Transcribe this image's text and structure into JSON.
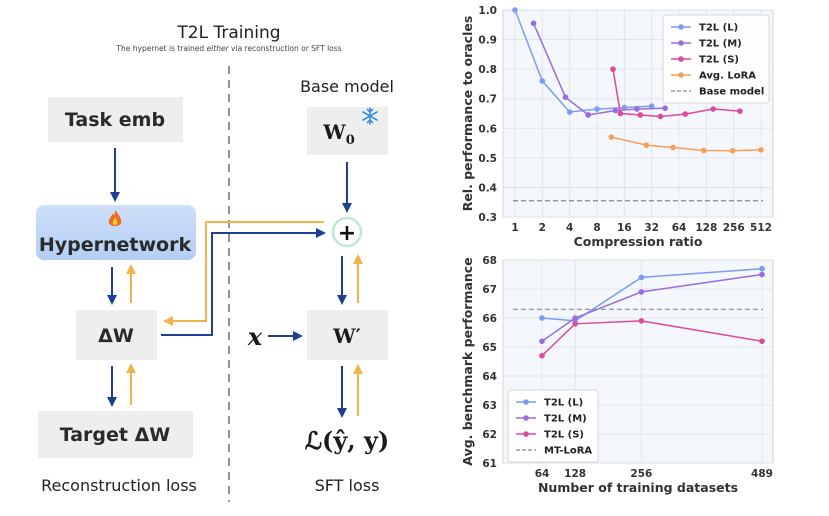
{
  "diagram": {
    "title": "T2L Training",
    "subtitle_parts": [
      "The hypernet is trained ",
      "either",
      " via reconstruction or SFT loss"
    ],
    "task_emb": "Task emb",
    "hypernetwork": "Hypernetwork",
    "hypernetwork_icon": "fire-icon",
    "delta_w": "ΔW",
    "target_delta_w": "Target ΔW",
    "reconstruction_loss": "Reconstruction loss",
    "base_model": "Base model",
    "w0_main": "W",
    "w0_sub": "0",
    "w0_icon": "snowflake-icon",
    "plus": "+",
    "x_input": "x",
    "w_prime": "W′",
    "loss": "ℒ(ŷ, y)",
    "sft_loss": "SFT loss",
    "colors": {
      "forward_arrow": "#1f3f94",
      "backward_arrow": "#f5b24a",
      "box": "#eeeeee",
      "hypernet_box": "#bcd3f5",
      "plus_ring": "#bfe8d6"
    }
  },
  "chart_data": [
    {
      "type": "line",
      "xlabel": "Compression ratio",
      "ylabel": "Rel. performance to oracles",
      "x_ticks": [
        1,
        2,
        4,
        8,
        16,
        32,
        64,
        128,
        256,
        512
      ],
      "x_scale": "log2",
      "ylim": [
        0.3,
        1.0
      ],
      "y_ticks": [
        "0.3",
        "0.4",
        "0.5",
        "0.6",
        "0.7",
        "0.8",
        "0.9",
        "1.0"
      ],
      "grid": true,
      "legend_position": "top-right",
      "series": [
        {
          "name": "T2L (L)",
          "color": "#7b9cf0",
          "x": [
            1,
            2,
            4,
            8,
            16,
            32
          ],
          "y": [
            1.0,
            0.76,
            0.655,
            0.665,
            0.67,
            0.675
          ]
        },
        {
          "name": "T2L (M)",
          "color": "#9a6ce0",
          "x": [
            1.6,
            3.6,
            6.4,
            12.8,
            22,
            45
          ],
          "y": [
            0.955,
            0.705,
            0.645,
            0.66,
            0.665,
            0.668
          ]
        },
        {
          "name": "T2L (S)",
          "color": "#e0489a",
          "x": [
            12,
            14.5,
            24,
            40,
            75,
            152,
            300
          ],
          "y": [
            0.8,
            0.65,
            0.645,
            0.64,
            0.648,
            0.665,
            0.658
          ]
        },
        {
          "name": "Avg. LoRA",
          "color": "#f5a05a",
          "x": [
            11.5,
            28,
            55,
            120,
            250,
            512
          ],
          "y": [
            0.57,
            0.543,
            0.535,
            0.525,
            0.524,
            0.527
          ]
        },
        {
          "name": "Base model",
          "color": "#888888",
          "dashed": true,
          "y_const": 0.355
        }
      ]
    },
    {
      "type": "line",
      "xlabel": "Number of training datasets",
      "ylabel": "Avg. benchmark performance",
      "categories": [
        64,
        128,
        256,
        489
      ],
      "ylim": [
        61,
        68
      ],
      "y_ticks": [
        "61",
        "62",
        "63",
        "64",
        "65",
        "66",
        "67",
        "68"
      ],
      "grid": true,
      "legend_position": "bottom-left",
      "series": [
        {
          "name": "T2L (L)",
          "color": "#7b9cf0",
          "x": [
            64,
            128,
            256,
            489
          ],
          "y": [
            66.0,
            65.9,
            67.4,
            67.7
          ]
        },
        {
          "name": "T2L (M)",
          "color": "#9a6ce0",
          "x": [
            64,
            128,
            256,
            489
          ],
          "y": [
            65.2,
            66.0,
            66.9,
            67.5
          ]
        },
        {
          "name": "T2L (S)",
          "color": "#e0489a",
          "x": [
            64,
            128,
            256,
            489
          ],
          "y": [
            64.7,
            65.8,
            65.9,
            65.2
          ]
        },
        {
          "name": "MT-LoRA",
          "color": "#888888",
          "dashed": true,
          "y_const": 66.3
        }
      ]
    }
  ]
}
